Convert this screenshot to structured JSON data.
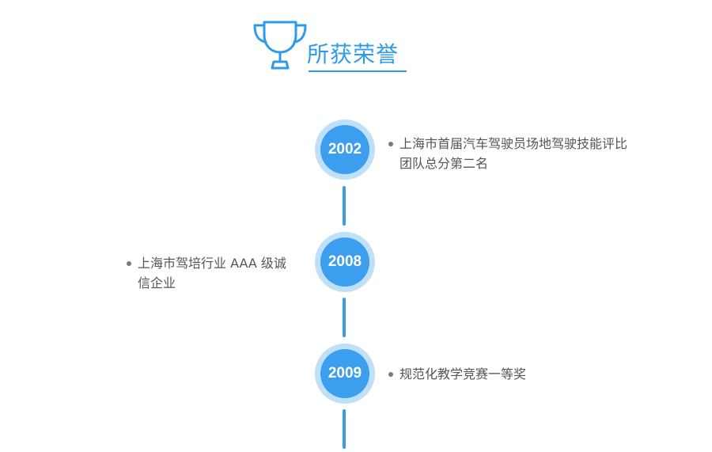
{
  "header": {
    "title": "所获荣誉",
    "icon": "trophy-icon"
  },
  "colors": {
    "accent": "#2e9be8",
    "node_ring": "#bfe0f8",
    "node_fill": "#3c9eef",
    "text": "#555555"
  },
  "timeline": [
    {
      "year": "2002",
      "text": "上海市首届汽车驾驶员场地驾驶技能评比团队总分第二名"
    },
    {
      "year": "2008",
      "text": "上海市驾培行业 AAA 级诚信企业"
    },
    {
      "year": "2009",
      "text": "规范化教学竞赛一等奖"
    }
  ]
}
